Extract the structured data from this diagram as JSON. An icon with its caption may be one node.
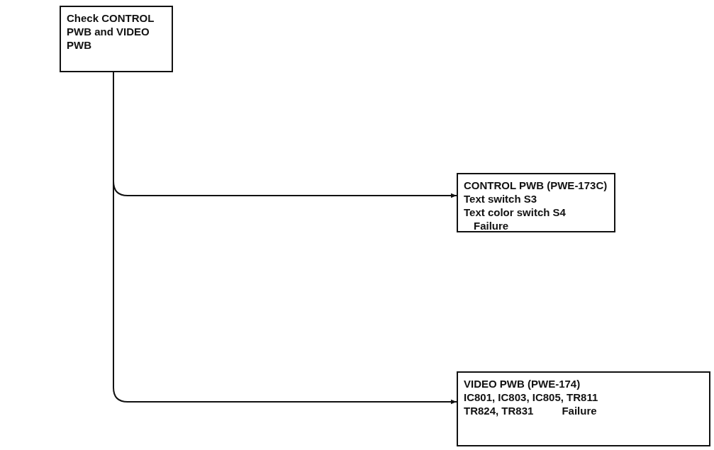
{
  "diagram": {
    "nodes": [
      {
        "text": [
          "Check CONTROL PWB and VIDEO PWB"
        ]
      },
      {
        "text": [
          "CONTROL PWB (PWE-173C)",
          "Text switch S3",
          "Text color switch S4",
          "Failure"
        ]
      },
      {
        "text": [
          "VIDEO PWB (PWE-174)",
          "IC801, IC803, IC805, TR811",
          "TR824, TR831",
          "Failure"
        ]
      }
    ],
    "edges": [
      {
        "from": 0,
        "to": 1,
        "arrow": "to"
      },
      {
        "from": 0,
        "to": 2,
        "arrow": "to"
      }
    ]
  }
}
